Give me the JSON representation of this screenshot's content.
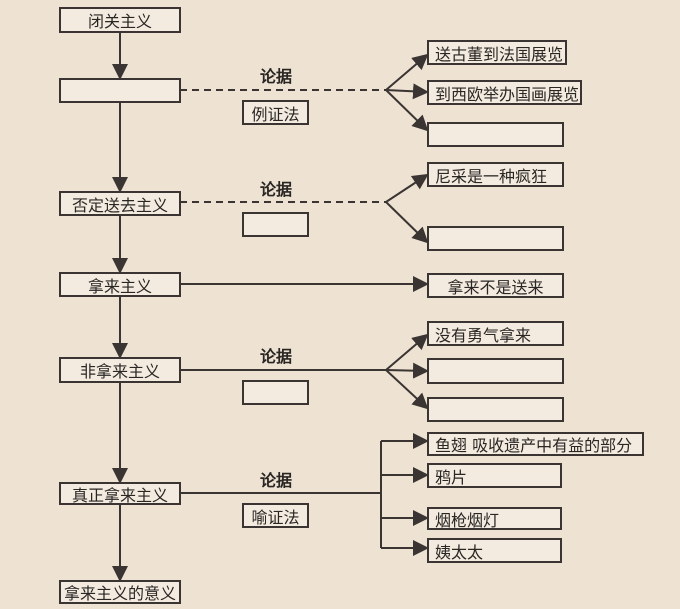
{
  "nodes": {
    "n1": "闭关主义",
    "n2": "",
    "n3": "否定送去主义",
    "n4": "拿来主义",
    "n5": "非拿来主义",
    "n6": "真正拿来主义",
    "n7": "拿来主义的意义"
  },
  "labels": {
    "lj1": "论据",
    "lj2": "论据",
    "lj3": "论据",
    "lj4": "论据"
  },
  "methods": {
    "m1": "例证法",
    "m2": "",
    "m3": "",
    "m4": "喻证法"
  },
  "evidence": {
    "e1": "送古董到法国展览",
    "e2": "到西欧举办国画展览",
    "e3": "",
    "e4": "尼采是一种疯狂",
    "e5": "",
    "e6": "拿来不是送来",
    "e7": "没有勇气拿来",
    "e8": "",
    "e9": "",
    "e10": "鱼翅  吸收遗产中有益的部分",
    "e11": "鸦片",
    "e12": "烟枪烟灯",
    "e13": "姨太太"
  }
}
